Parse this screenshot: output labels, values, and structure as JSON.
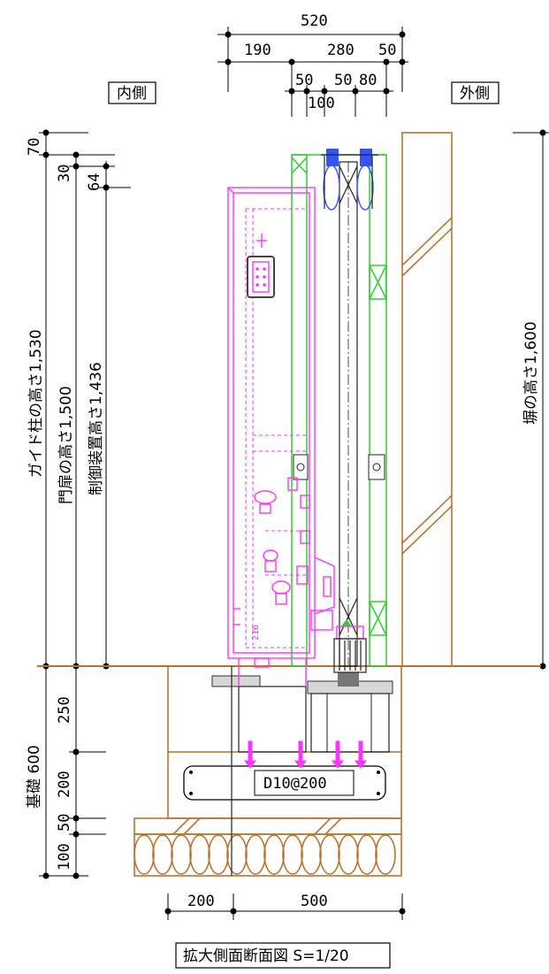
{
  "labels": {
    "inside": "内側",
    "outside": "外側",
    "title": "拡大側面断面図 S=1/20",
    "rebar": "D10@200",
    "guide_height": "ガイド柱の高さ1,530",
    "gate_height": "門扉の高さ1,500",
    "control_height": "制御装置高さ1,436",
    "wall_height": "塀の高さ1,600",
    "foundation": "基礎 600"
  },
  "dims_top": {
    "total": "520",
    "d190": "190",
    "d280": "280",
    "d50a": "50",
    "d50b": "50",
    "d50c": "50",
    "d80": "80",
    "d100": "100"
  },
  "dims_left": {
    "d70": "70",
    "d30": "30",
    "d64": "64",
    "d250": "250",
    "d200": "200",
    "d50": "50",
    "d100": "100"
  },
  "dims_bottom": {
    "d200": "200",
    "d500": "500"
  },
  "small": {
    "s216": "216"
  }
}
